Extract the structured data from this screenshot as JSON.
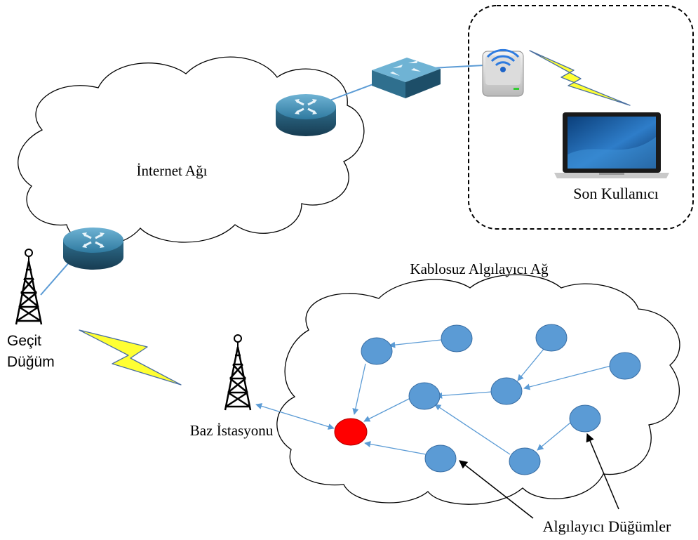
{
  "labels": {
    "internet": "İnternet Ağı",
    "end_user": "Son Kullanıcı",
    "wsn": "Kablosuz Algılayıcı Ağ",
    "gateway_line1": "Geçit",
    "gateway_line2": "Düğüm",
    "base_station": "Baz İstasyonu",
    "sensor_nodes": "Algılayıcı Düğümler"
  },
  "icons": {
    "router_top": "router-icon",
    "router_left": "router-icon",
    "switch": "network-switch-icon",
    "wifi_ap": "wireless-access-point-icon",
    "laptop": "laptop-icon",
    "gateway_tower": "radio-tower-icon",
    "base_tower": "radio-tower-icon",
    "wireless_link": "lightning-bolt-icon"
  },
  "colors": {
    "router_body": "#2f6f8e",
    "router_top": "#4a90b4",
    "link_line": "#5b9bd5",
    "sensor_node": "#5b9bd5",
    "sensor_node_stroke": "#3a6fa5",
    "sink_node": "#ff0000",
    "bolt_fill": "#ffff33",
    "cloud_stroke": "#000000"
  }
}
